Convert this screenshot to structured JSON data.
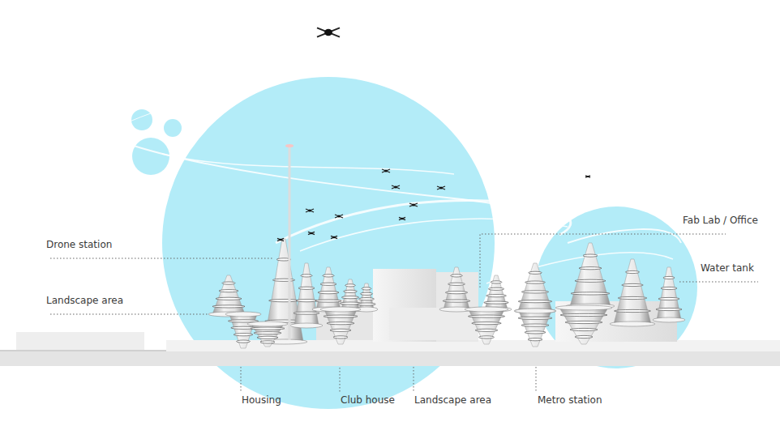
{
  "diagram": {
    "labels": [
      "Drone station",
      "Landscape area",
      "Fab Lab / Office",
      "Water tank",
      "Housing",
      "Club house",
      "Landscape area",
      "Metro station"
    ]
  }
}
